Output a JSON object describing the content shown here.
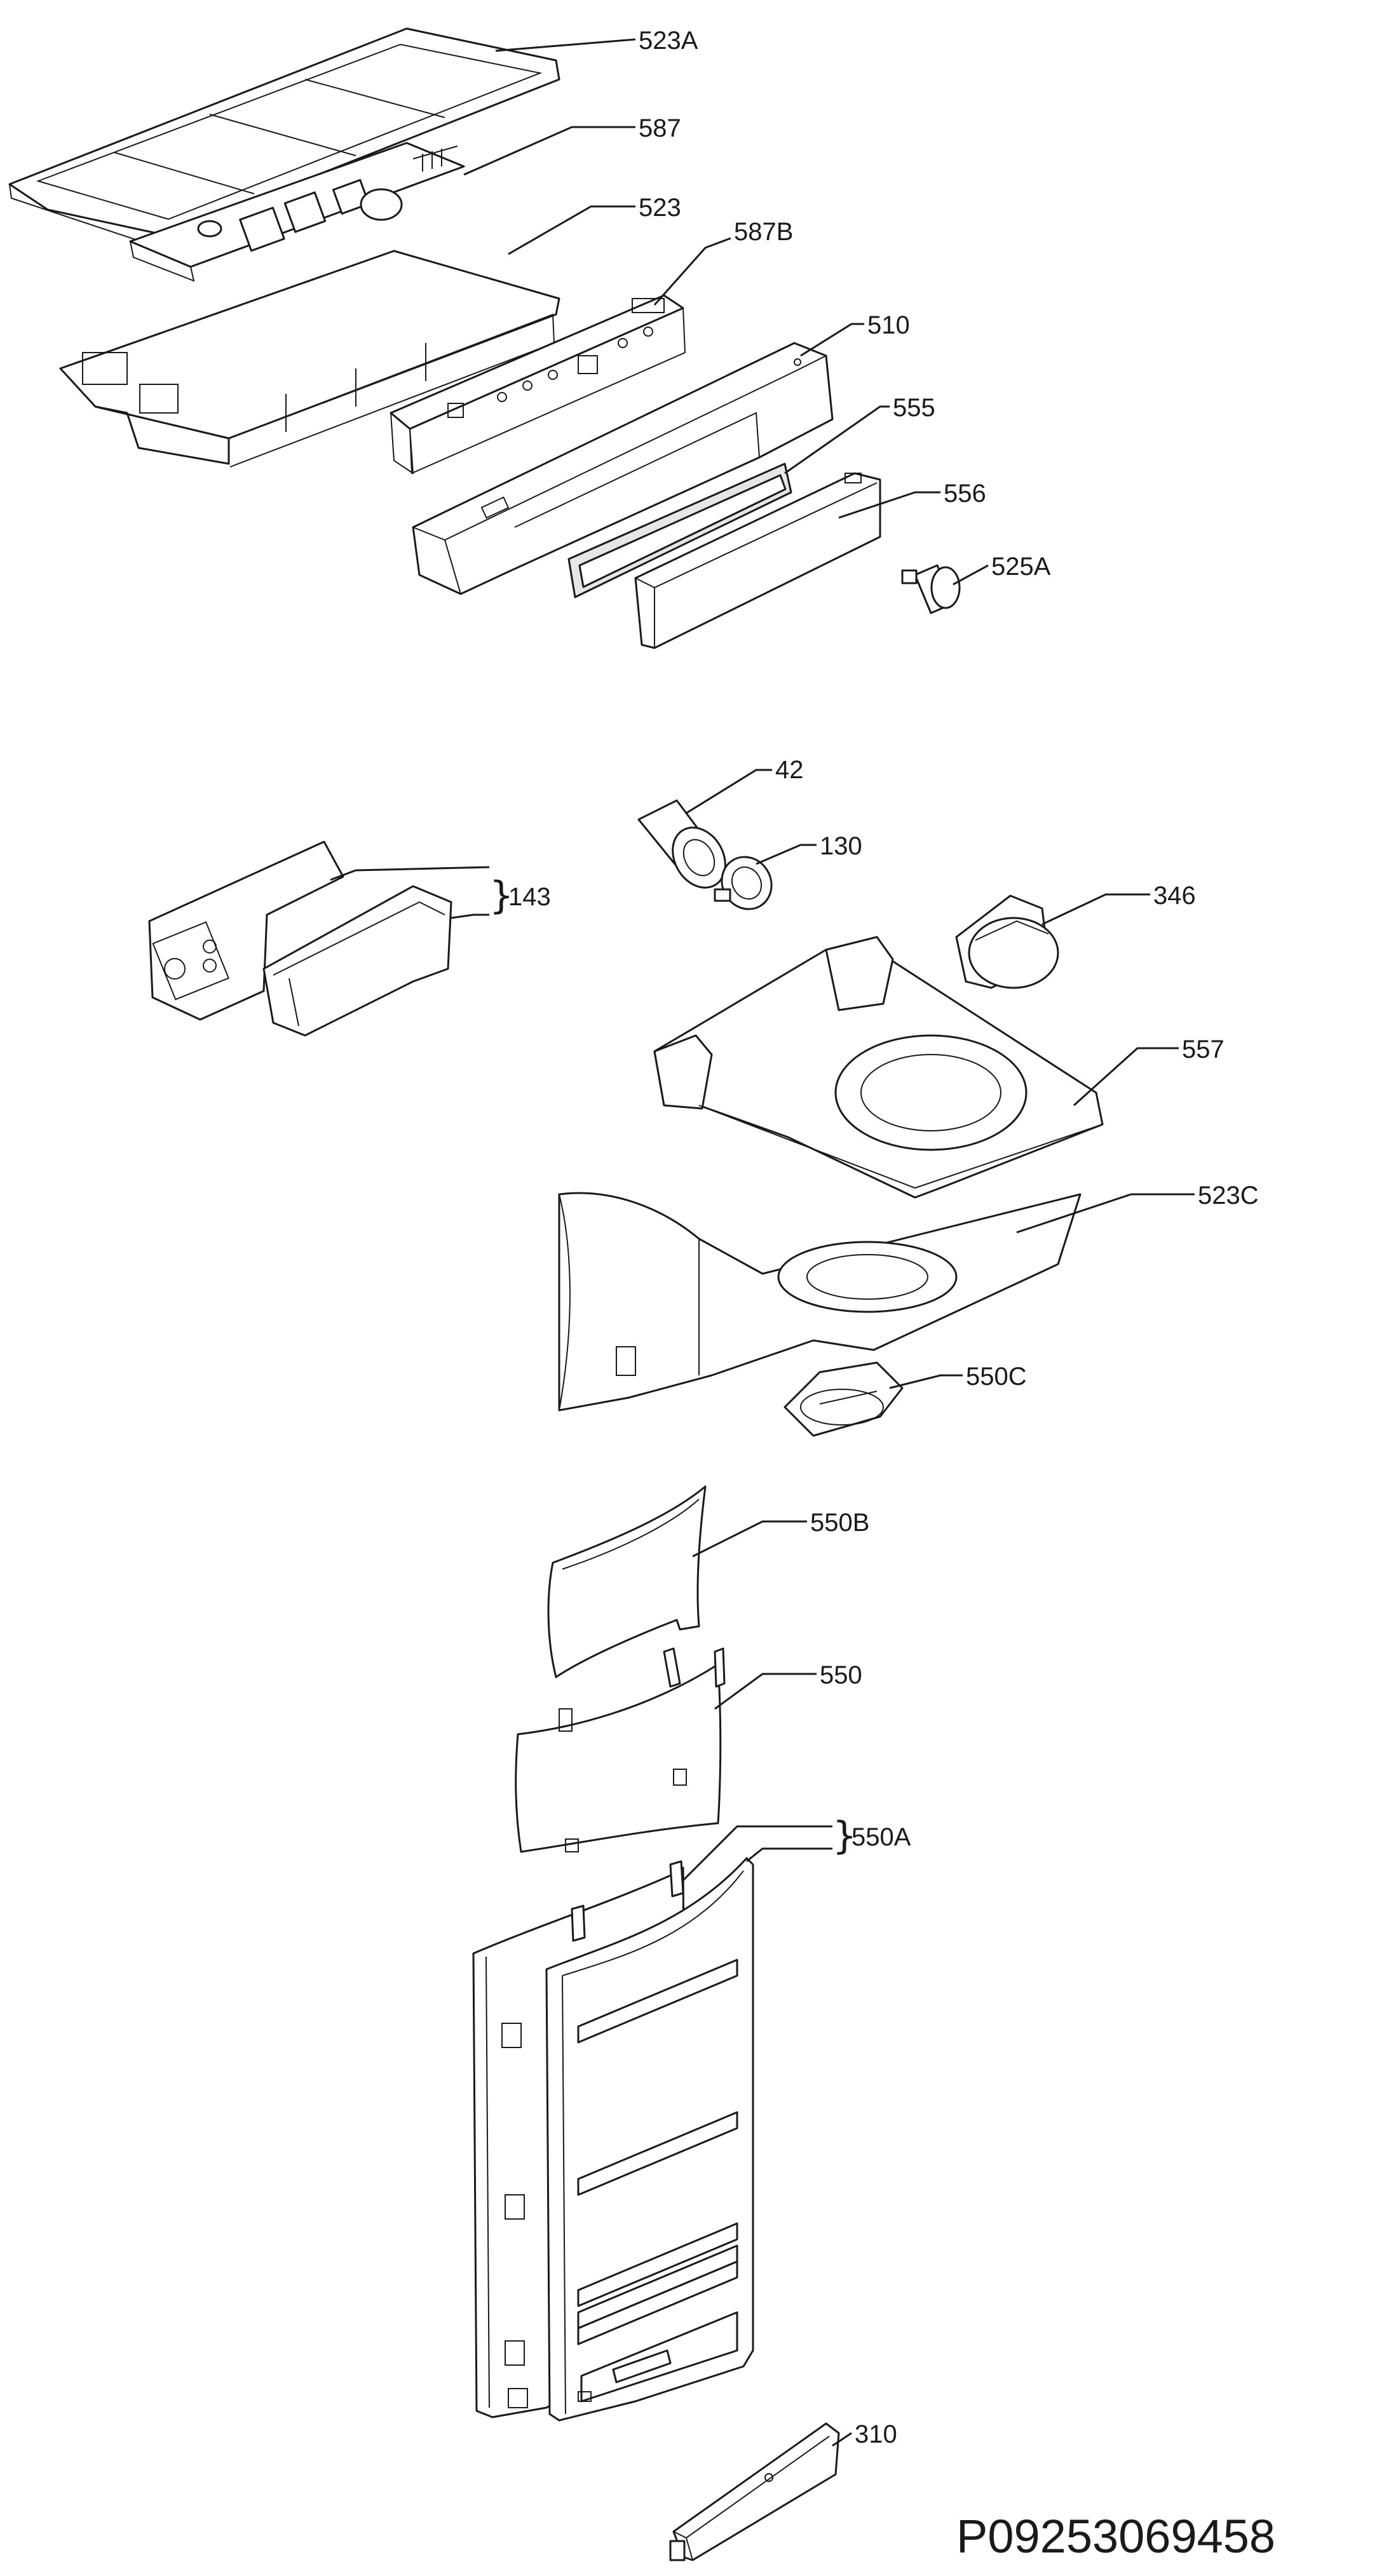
{
  "document_number": "P09253069458",
  "parts": [
    {
      "id": "part-523a",
      "label": "523A"
    },
    {
      "id": "part-587",
      "label": "587"
    },
    {
      "id": "part-523",
      "label": "523"
    },
    {
      "id": "part-587b",
      "label": "587B"
    },
    {
      "id": "part-510",
      "label": "510"
    },
    {
      "id": "part-555",
      "label": "555"
    },
    {
      "id": "part-556",
      "label": "556"
    },
    {
      "id": "part-525a",
      "label": "525A"
    },
    {
      "id": "part-42",
      "label": "42"
    },
    {
      "id": "part-130",
      "label": "130"
    },
    {
      "id": "part-143",
      "label": "143"
    },
    {
      "id": "part-346",
      "label": "346"
    },
    {
      "id": "part-557",
      "label": "557"
    },
    {
      "id": "part-523c",
      "label": "523C"
    },
    {
      "id": "part-550c",
      "label": "550C"
    },
    {
      "id": "part-550b",
      "label": "550B"
    },
    {
      "id": "part-550",
      "label": "550"
    },
    {
      "id": "part-550a",
      "label": "550A"
    },
    {
      "id": "part-310",
      "label": "310"
    }
  ]
}
